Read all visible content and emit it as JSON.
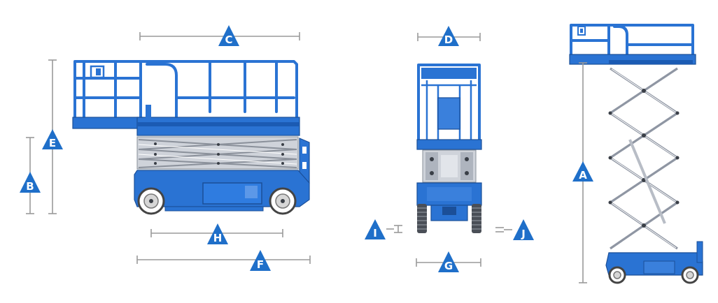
{
  "labels": {
    "A": "A",
    "B": "B",
    "C": "C",
    "D": "D",
    "E": "E",
    "F": "F",
    "G": "G",
    "H": "H",
    "I": "I",
    "J": "J"
  },
  "colors": {
    "machine_blue": "#2a73d3",
    "marker_blue": "#1f6fc9",
    "dimension_grey": "#9a9a9a",
    "scissor_grey": "#8f96a3"
  }
}
